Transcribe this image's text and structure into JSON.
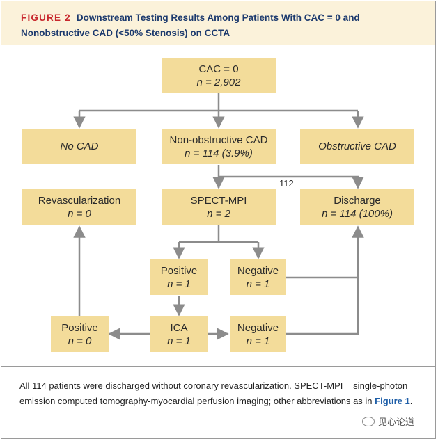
{
  "figure": {
    "label": "FIGURE 2",
    "title": "Downstream Testing Results Among Patients With CAC = 0 and Nonobstructive CAD (<50% Stenosis) on CCTA"
  },
  "boxes": {
    "cac0": {
      "line1": "CAC = 0",
      "line2": "n = 2,902"
    },
    "no_cad": {
      "line1": "No CAD"
    },
    "nonobstructive": {
      "line1": "Non-obstructive CAD",
      "line2": "n = 114 (3.9%)"
    },
    "obstructive": {
      "line1": "Obstructive CAD"
    },
    "revasc": {
      "line1": "Revascularization",
      "line2": "n = 0"
    },
    "spect": {
      "line1": "SPECT-MPI",
      "line2": "n = 2"
    },
    "discharge": {
      "line1": "Discharge",
      "line2": "n = 114 (100%)"
    },
    "spect_positive": {
      "line1": "Positive",
      "line2": "n = 1"
    },
    "spect_negative": {
      "line1": "Negative",
      "line2": "n = 1"
    },
    "ica_positive": {
      "line1": "Positive",
      "line2": "n = 0"
    },
    "ica": {
      "line1": "ICA",
      "line2": "n = 1"
    },
    "ica_negative": {
      "line1": "Negative",
      "line2": "n = 1"
    }
  },
  "edge_label_112": "112",
  "caption": {
    "text_main": "All 114 patients were discharged without coronary revascularization. SPECT-MPI = single-photon emission computed tomography-myocardial perfusion imaging; other abbreviations as in ",
    "link": "Figure 1",
    "end": "."
  },
  "watermark": "见心论道",
  "colors": {
    "box": "#f3dc9a",
    "arrow": "#8c8c8c",
    "header_bg": "#fbf2da",
    "title": "#1c3a6e",
    "figure_label": "#c8282d"
  }
}
